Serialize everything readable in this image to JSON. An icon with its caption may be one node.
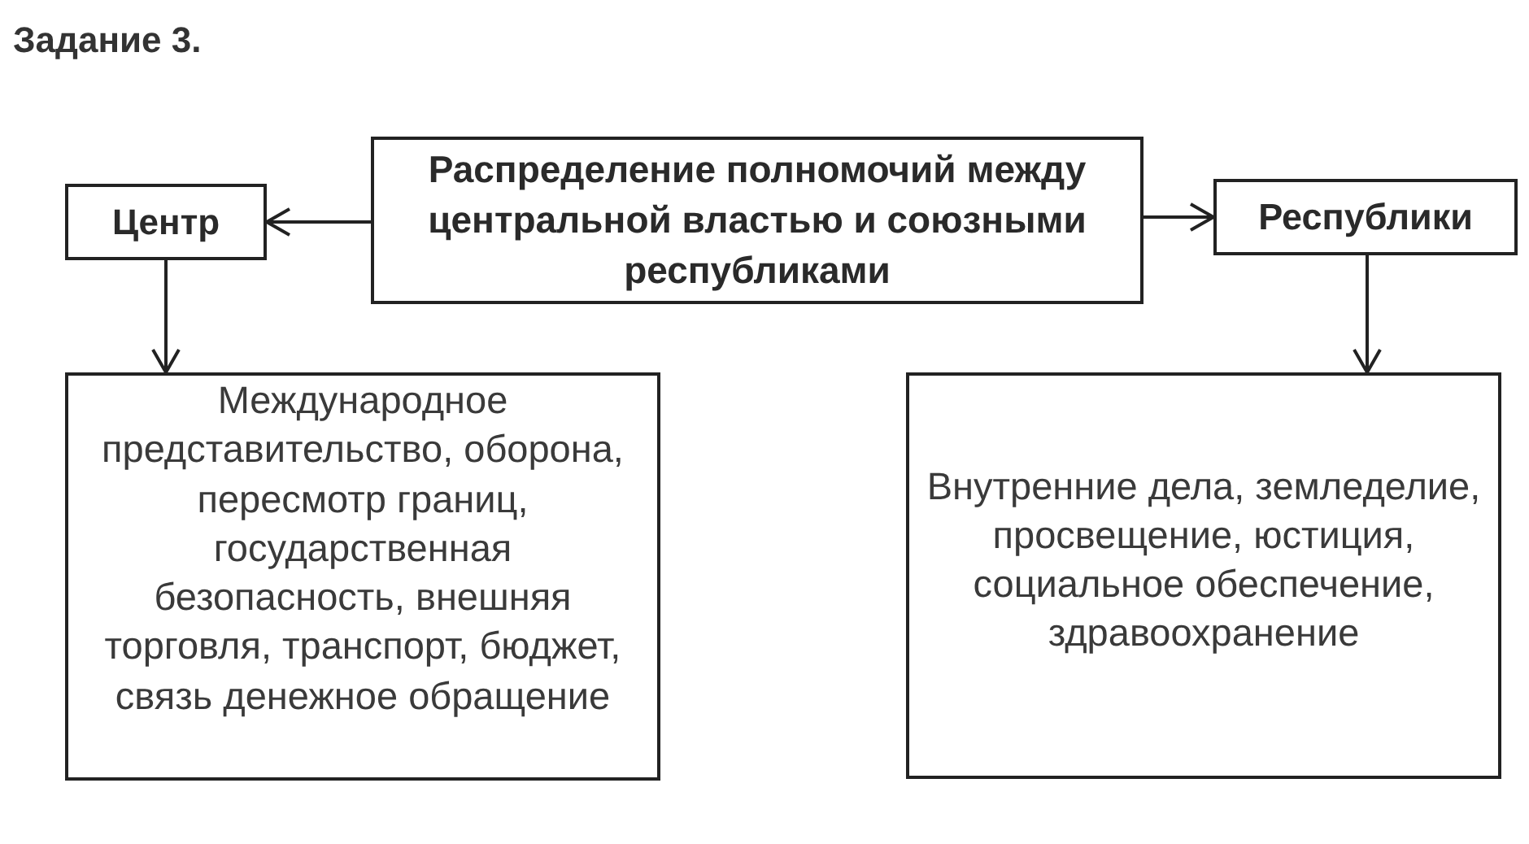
{
  "diagram": {
    "title": "Задание 3.",
    "nodes": [
      {
        "text": [
          "Распределение полномочий между центральной властью и союзными республиками"
        ]
      },
      {
        "text": [
          "Центр"
        ]
      },
      {
        "text": [
          "Республики"
        ]
      },
      {
        "text": [
          "Международное представительство, оборона, пересмотр границ, государственная безопасность, внешняя торговля, транспорт, бюджет, связь денежное обращение"
        ]
      },
      {
        "text": [
          "Внутренние дела, земледелие, просвещение, юстиция, социальное обеспечение, здравоохранение"
        ]
      }
    ],
    "edges": [
      {
        "from": 0,
        "to": 1,
        "arrow": "to"
      },
      {
        "from": 0,
        "to": 2,
        "arrow": "to"
      },
      {
        "from": 1,
        "to": 3,
        "arrow": "to"
      },
      {
        "from": 2,
        "to": 4,
        "arrow": "to"
      }
    ]
  }
}
